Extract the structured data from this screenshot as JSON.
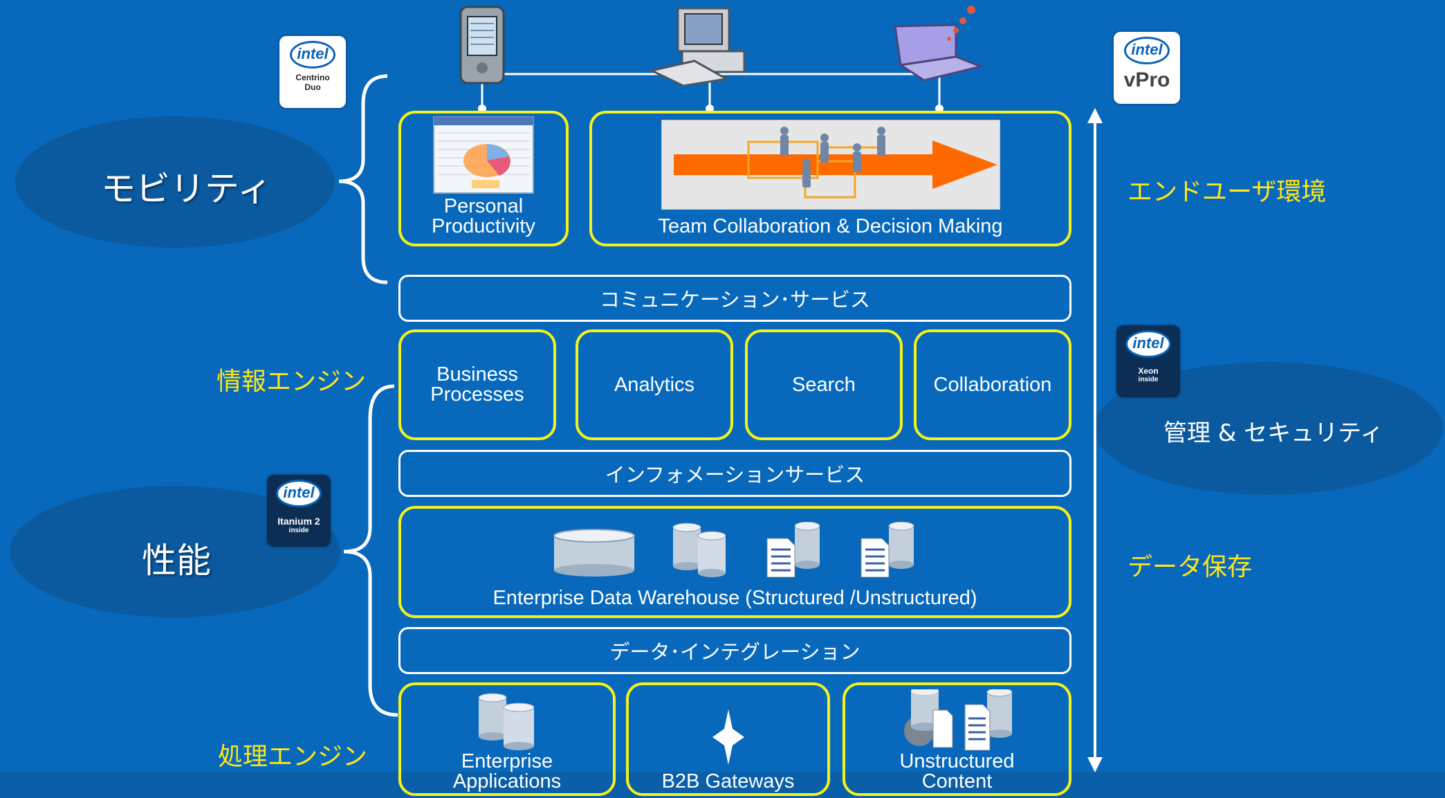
{
  "left": {
    "mobility": "モビリティ",
    "performance": "性能",
    "info_engine": "情報エンジン",
    "processing_engine": "処理エンジン"
  },
  "right": {
    "end_user": "エンドユーザ環境",
    "mgmt_security": "管理 & セキュリティ",
    "data_storage": "データ保存"
  },
  "logos": {
    "centrino": {
      "brand": "intel",
      "product": "Centrino",
      "sub": "Duo"
    },
    "vpro": {
      "brand": "intel",
      "product": "vPro"
    },
    "itanium": {
      "brand": "intel",
      "product": "Itanium 2",
      "sub": "inside"
    },
    "xeon": {
      "brand": "intel",
      "product": "Xeon",
      "sub": "inside"
    }
  },
  "rows": {
    "personal": [
      "Personal",
      "Productivity"
    ],
    "team": "Team Collaboration & Decision Making",
    "comm": "コミュニケーション･サービス",
    "business": [
      "Business",
      "Processes"
    ],
    "analytics": "Analytics",
    "search": "Search",
    "collaboration": "Collaboration",
    "info_services": "インフォメーションサービス",
    "edw": "Enterprise Data Warehouse (Structured /Unstructured)",
    "data_integration": "データ･インテグレーション",
    "enterprise_apps": [
      "Enterprise",
      "Applications"
    ],
    "b2b": "B2B Gateways",
    "unstructured": [
      "Unstructured",
      "Content"
    ]
  },
  "colors": {
    "background": "#0868bb",
    "yellow_border": "#f3f31a",
    "yellow_text": "#ffe619",
    "arrow_orange": "#ff6a00"
  },
  "icons": [
    "pda-icon",
    "desktop-computer-icon",
    "laptop-icon",
    "database-icon",
    "document-icon",
    "gateway-star-icon",
    "people-icon"
  ]
}
